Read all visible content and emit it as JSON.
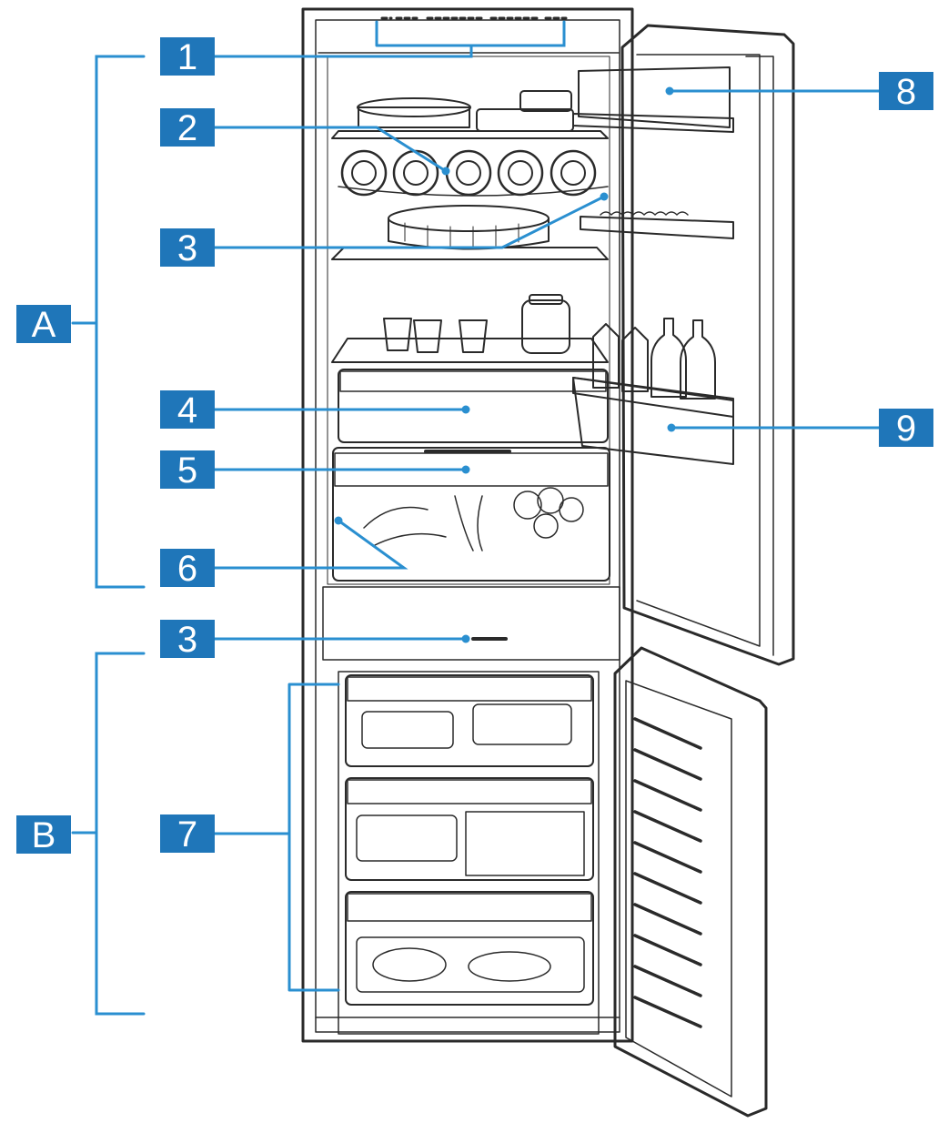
{
  "colors": {
    "badge": "#1f76b9",
    "callout": "#2a8fd0",
    "line_art": "#2a2a2a",
    "shelf_fill": "#eeeeee"
  },
  "section_labels": [
    {
      "id": "A",
      "label": "A"
    },
    {
      "id": "B",
      "label": "B"
    }
  ],
  "callout_labels": [
    {
      "id": "1",
      "label": "1"
    },
    {
      "id": "2",
      "label": "2"
    },
    {
      "id": "3a",
      "label": "3"
    },
    {
      "id": "4",
      "label": "4"
    },
    {
      "id": "5",
      "label": "5"
    },
    {
      "id": "6",
      "label": "6"
    },
    {
      "id": "3b",
      "label": "3"
    },
    {
      "id": "7",
      "label": "7"
    },
    {
      "id": "8",
      "label": "8"
    },
    {
      "id": "9",
      "label": "9"
    }
  ]
}
